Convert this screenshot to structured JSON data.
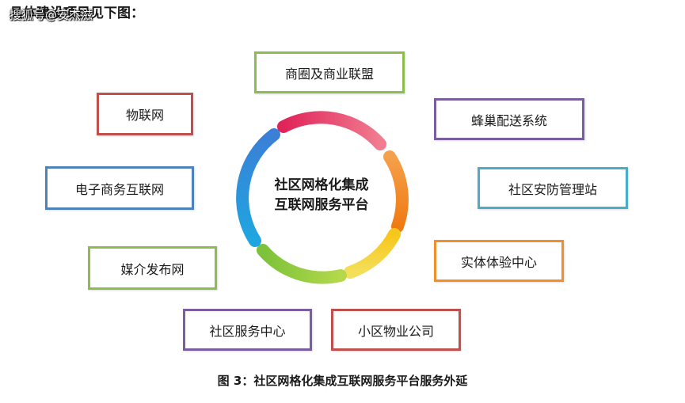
{
  "heading": "具体建设项目见下图：",
  "watermark": "搜狐号@安杰滋",
  "center": {
    "line1": "社区网格化集成",
    "line2": "互联网服务平台"
  },
  "nodes": {
    "shangquan": {
      "label": "商圈及商业联盟",
      "color": "#8dbd4f"
    },
    "fengchao": {
      "label": "蜂巢配送系统",
      "color": "#7a5ea0"
    },
    "anfang": {
      "label": "社区安防管理站",
      "color": "#4bacc6"
    },
    "tiyan": {
      "label": "实体体验中心",
      "color": "#f28e2b"
    },
    "wuye": {
      "label": "小区物业公司",
      "color": "#c0504d"
    },
    "fuwu": {
      "label": "社区服务中心",
      "color": "#7a5ea0"
    },
    "meijie": {
      "label": "媒介发布网",
      "color": "#8dbd4f"
    },
    "dianzi": {
      "label": "电子商务互联网",
      "color": "#4f81bd"
    },
    "wulian": {
      "label": "物联网",
      "color": "#c0504d"
    }
  },
  "caption": "图 3：社区网格化集成互联网服务平台服务外延"
}
